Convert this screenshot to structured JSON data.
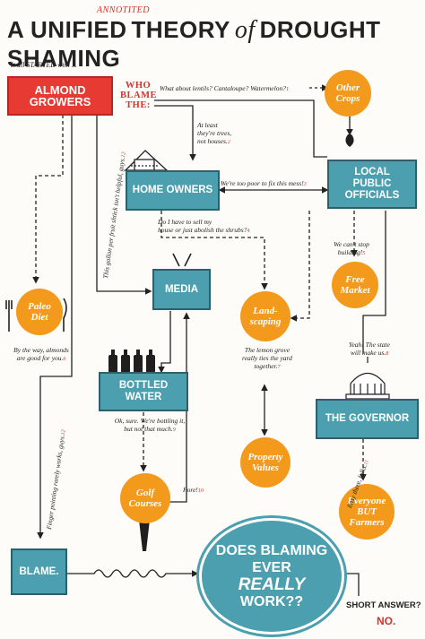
{
  "title": {
    "part1": "A UNIFIED",
    "annotated": "ANNOTITED",
    "part2": "THEORY",
    "of": "of",
    "part3": "DROUGHT SHAMING"
  },
  "intro": "It all STARTED with ...",
  "who_blame": "WHO\nBLAME\nTHE:",
  "boxes": {
    "almond": "ALMOND GROWERS",
    "home": "HOME OWNERS",
    "officials": "LOCAL\nPUBLIC OFFICIALS",
    "media": "MEDIA",
    "bottled": "BOTTLED WATER",
    "governor": "THE GOVERNOR",
    "blame": "BLAME."
  },
  "circles": {
    "other_crops": "Other\nCrops",
    "paleo": "Paleo\nDiet",
    "landscaping": "Land-\nscaping",
    "free_market": "Free\nMarket",
    "property": "Property\nValues",
    "golf": "Golf\nCourses",
    "everyone": "Everyone\nBUT\nFarmers"
  },
  "question": {
    "l1": "DOES BLAMING",
    "l2": "EVER",
    "l3": "REALLY",
    "l4": "WORK??"
  },
  "short_answer": "SHORT ANSWER?",
  "answer": "NO.",
  "notes": {
    "lentils": "What about lentils? Cantaloupe? Watermelon?",
    "trees": "At least\nthey're trees,\nnot houses.",
    "too_poor": "We're too poor to fix this mess!",
    "sell_house": "Do I have to sell my\nhouse or just abolish the shrubs?",
    "cant_stop": "We can't stop\nbuilding!",
    "almonds_good": "By the way, almonds\nare good for you.",
    "lemon": "The lemon grove\nreally ties the yard\ntogether.",
    "state": "Yeah! The state\nwill make us.",
    "bottling": "Ok, sure. We're bottling it,\nbut not that much.",
    "fore": "Fore!",
    "easy": "Easy there, folks.",
    "gallon": "This gallon per fruit shtick isn't helpful, guys.",
    "finger": "Finger pointing rarely works, guys."
  },
  "footnotes": [
    "1",
    "2",
    "3",
    "4",
    "5",
    "6",
    "7",
    "8",
    "9",
    "10",
    "11",
    "12"
  ],
  "colors": {
    "teal": "#4b9fae",
    "orange": "#f39a1c",
    "red": "#e63a32",
    "ink": "#222222"
  }
}
